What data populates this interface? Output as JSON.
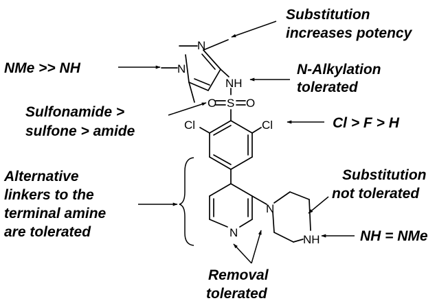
{
  "annotations": {
    "substitution_potency": [
      "Substitution",
      "increases potency"
    ],
    "nme_vs_nh": "NMe >> NH",
    "n_alkylation": [
      "N-Alkylation",
      "tolerated"
    ],
    "sulfonamide": [
      "Sulfonamide >",
      "sulfone > amide"
    ],
    "halogen": "Cl > F > H",
    "linkers": [
      "Alternative",
      "linkers to the",
      "terminal amine",
      "are tolerated"
    ],
    "substitution_not": [
      "Substitution",
      "not tolerated"
    ],
    "nh_nme": "NH = NMe",
    "removal": [
      "Removal",
      "tolerated"
    ]
  },
  "atoms": {
    "pyrazole_n": "N",
    "pyrazole_n1": "N",
    "sulfonamide_nh": "NH",
    "sulfur": "S",
    "oxygen_left": "O",
    "oxygen_right": "O",
    "chlorine_left": "Cl",
    "chlorine_right": "Cl",
    "pyridine_n": "N",
    "piperazine_n": "N",
    "piperazine_nh": "NH"
  }
}
